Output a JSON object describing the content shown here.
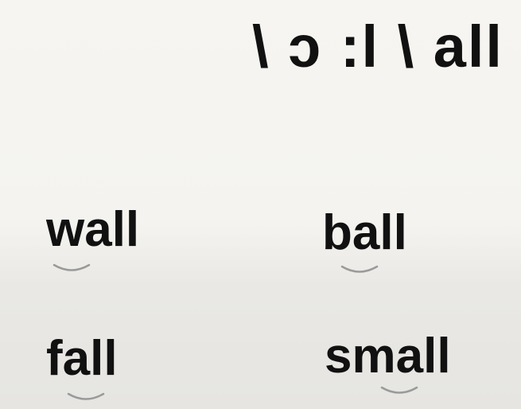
{
  "title": "\\ ɔ :l \\ all",
  "words": {
    "wall": "wall",
    "ball": "ball",
    "fall": "fall",
    "small": "small"
  },
  "colors": {
    "text": "#111111",
    "background": "#f4f3ef",
    "link_mark": "#9a9a9a"
  },
  "icons": {
    "link_mark": "smile-arc-icon"
  }
}
